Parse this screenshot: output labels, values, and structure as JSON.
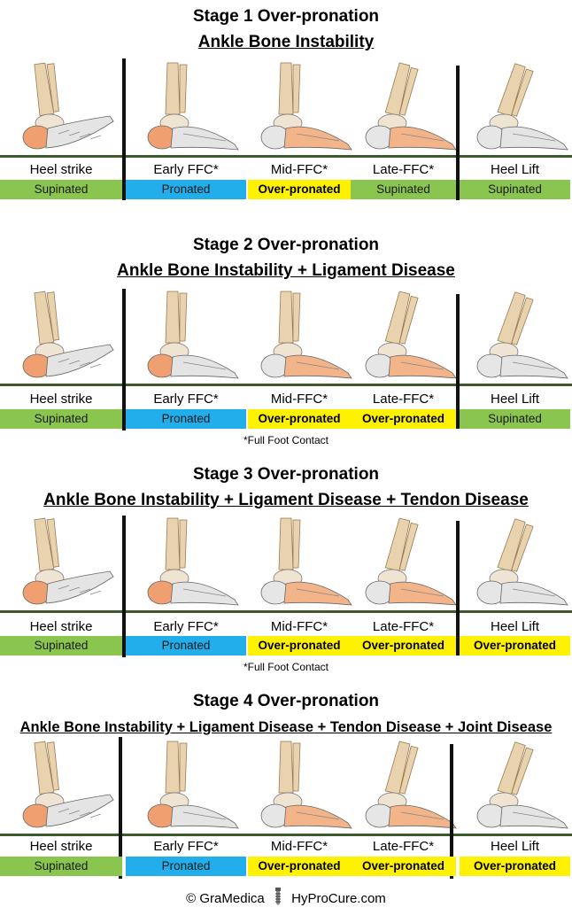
{
  "stages": [
    {
      "title": "Stage 1 Over-pronation",
      "subtitle": "Ankle Bone Instability",
      "phases": [
        "Heel strike",
        "Early FFC*",
        "Mid-FFC*",
        "Late-FFC*",
        "Heel Lift"
      ],
      "states": [
        "Supinated",
        "Pronated",
        "Over-pronated",
        "Supinated",
        "Supinated"
      ],
      "footnote": ""
    },
    {
      "title": "Stage 2 Over-pronation",
      "subtitle": "Ankle Bone Instability + Ligament Disease",
      "phases": [
        "Heel strike",
        "Early FFC*",
        "Mid-FFC*",
        "Late-FFC*",
        "Heel Lift"
      ],
      "states": [
        "Supinated",
        "Pronated",
        "Over-pronated",
        "Over-pronated",
        "Supinated"
      ],
      "footnote": "*Full Foot Contact"
    },
    {
      "title": "Stage 3 Over-pronation",
      "subtitle": "Ankle Bone Instability + Ligament Disease + Tendon Disease",
      "phases": [
        "Heel strike",
        "Early FFC*",
        "Mid-FFC*",
        "Late-FFC*",
        "Heel Lift"
      ],
      "states": [
        "Supinated",
        "Pronated",
        "Over-pronated",
        "Over-pronated",
        "Over-pronated"
      ],
      "footnote": "*Full Foot Contact"
    },
    {
      "title": "Stage 4 Over-pronation",
      "subtitle": "Ankle Bone Instability + Ligament Disease + Tendon Disease + Joint Disease",
      "phases": [
        "Heel strike",
        "Early FFC*",
        "Mid-FFC*",
        "Late-FFC*",
        "Heel Lift"
      ],
      "states": [
        "Supinated",
        "Pronated",
        "Over-pronated",
        "Over-pronated",
        "Over-pronated"
      ],
      "footnote": ""
    }
  ],
  "credit": {
    "left": "© GraMedica",
    "right": "HyProCure.com"
  },
  "colors": {
    "supinated": "#8ac64f",
    "pronated": "#22aeea",
    "over_pronated": "#fff200",
    "bone": "#e9d2ae",
    "bone_highlight": "#f0a070",
    "ground": "#3d5a2a"
  },
  "icons": {
    "foot": "foot-skeleton-icon",
    "credit": "screw-implant-icon"
  }
}
